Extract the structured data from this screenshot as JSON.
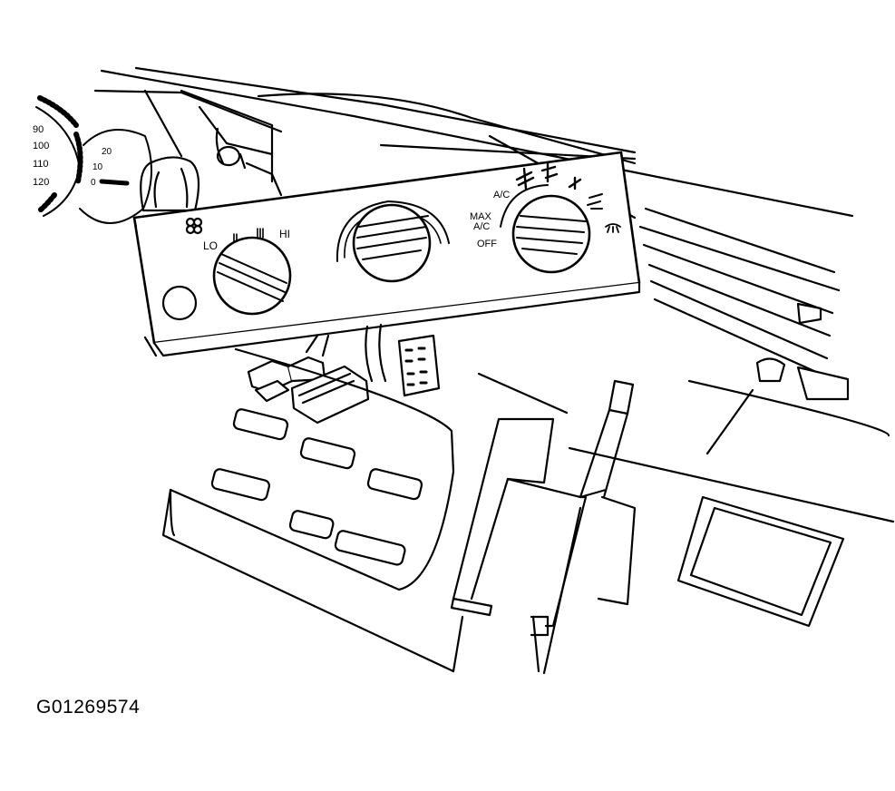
{
  "figure_id": "G01269574",
  "speedometer": {
    "outer_scale": [
      "90",
      "100",
      "110",
      "120"
    ],
    "inner_scale": [
      "20",
      "10",
      "0"
    ]
  },
  "control_panel": {
    "fan_icon": "fan-icon",
    "fan_labels": {
      "lo": "LO",
      "hi": "HI"
    },
    "mode_labels": {
      "max_ac": "MAX\nA/C",
      "max": "MAX",
      "ac_under": "A/C",
      "ac": "A/C",
      "off": "OFF"
    },
    "mode_icons": [
      "vent-icon",
      "bilevel-icon",
      "floor-icon",
      "blend-icon",
      "defrost-icon"
    ]
  }
}
